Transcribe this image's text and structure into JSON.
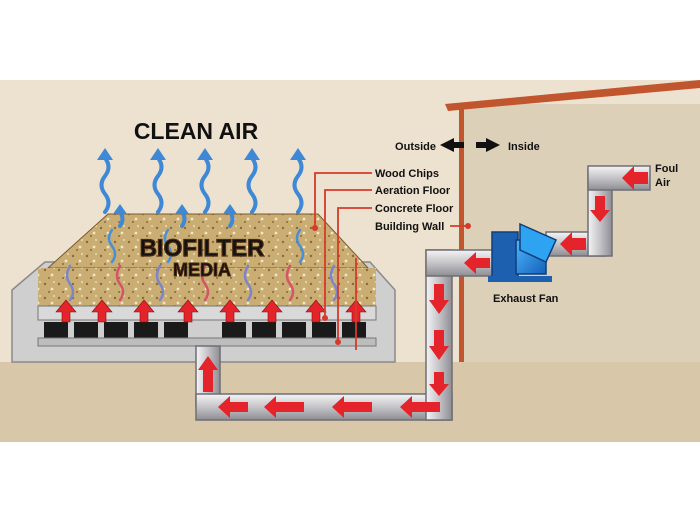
{
  "title": "CLEAN AIR",
  "media_label": {
    "line1": "BIOFILTER",
    "line2": "MEDIA"
  },
  "direction": {
    "outside": "Outside",
    "inside": "Inside"
  },
  "callouts": {
    "wood_chips": "Wood Chips",
    "aeration_floor": "Aeration Floor",
    "concrete_floor": "Concrete Floor",
    "building_wall": "Building Wall"
  },
  "foul_air": {
    "line1": "Foul",
    "line2": "Air"
  },
  "exhaust_fan": "Exhaust Fan",
  "colors": {
    "sky": "#ede1d0",
    "ground": "#d8c7a8",
    "building": "#ddd0b8",
    "roof": "#c0552e",
    "media": "#c9ad73",
    "concrete": "#cfcfcf",
    "pipe": "#c9c9cc",
    "arrow_red": "#e5232b",
    "clean_air_blue": "#3f88d6",
    "title_blue": "#1d5fa8",
    "fan_blue": "#1f8fe0",
    "callout_line": "#d63a2a"
  }
}
